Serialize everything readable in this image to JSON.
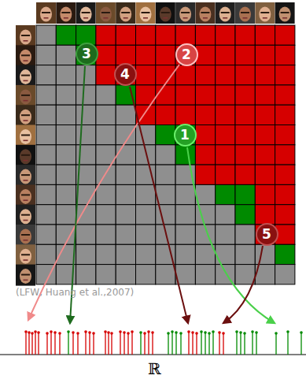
{
  "diagram": {
    "nodes": [
      {
        "text": [
          "3"
        ]
      },
      {
        "text": [
          "2"
        ]
      },
      {
        "text": [
          "4"
        ]
      },
      {
        "text": [
          "1"
        ]
      },
      {
        "text": [
          "5"
        ]
      }
    ],
    "labels": [
      "(LFW, Huang et al.,2007)",
      "ℝ"
    ]
  }
}
